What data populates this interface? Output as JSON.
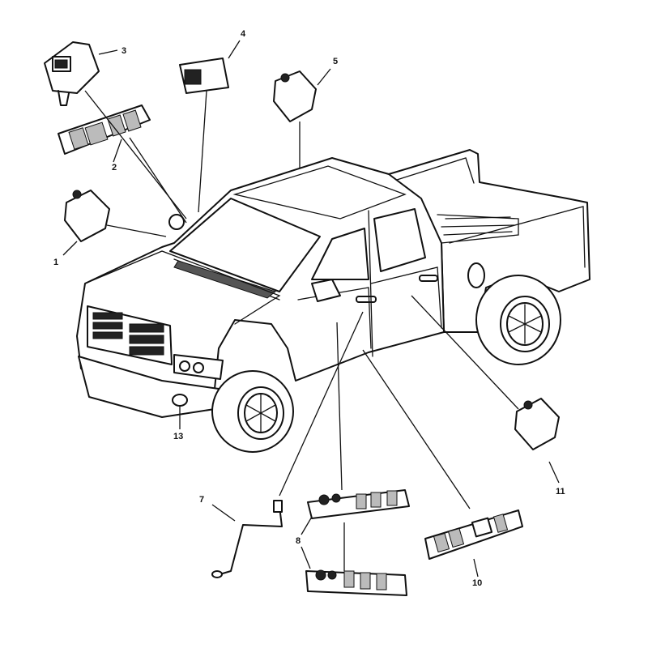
{
  "callouts": {
    "c1": "1",
    "c2": "2",
    "c3": "3",
    "c4": "4",
    "c5": "5",
    "c7": "7",
    "c8": "8",
    "c10": "10",
    "c11": "11",
    "c13": "13"
  }
}
